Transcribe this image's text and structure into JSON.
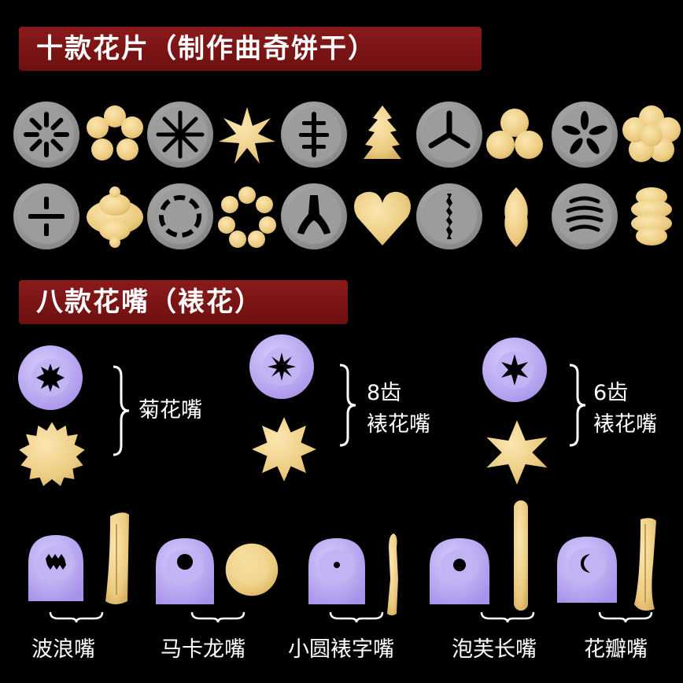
{
  "sections": {
    "plates_title": "十款花片（制作曲奇饼干）",
    "nozzles_title": "八款花嘴（裱花）"
  },
  "nozzle_groups": {
    "chrysanthemum": "菊花嘴",
    "eight_tooth_count": "8齿",
    "eight_tooth_name": "裱花嘴",
    "six_tooth_count": "6齿",
    "six_tooth_name": "裱花嘴"
  },
  "bottom_nozzles": [
    "波浪嘴",
    "马卡龙嘴",
    "小圆裱字嘴",
    "泡芙长嘴",
    "花瓣嘴"
  ],
  "colors": {
    "background": "#000000",
    "banner": "#7a1414",
    "plate": "#9a9a9a",
    "cookie": "#f0d089",
    "nozzle": "#b8a6f2"
  },
  "icons": [
    "cookie-plate-icon",
    "cookie-shape-icon",
    "piping-tip-icon",
    "brace-icon"
  ]
}
